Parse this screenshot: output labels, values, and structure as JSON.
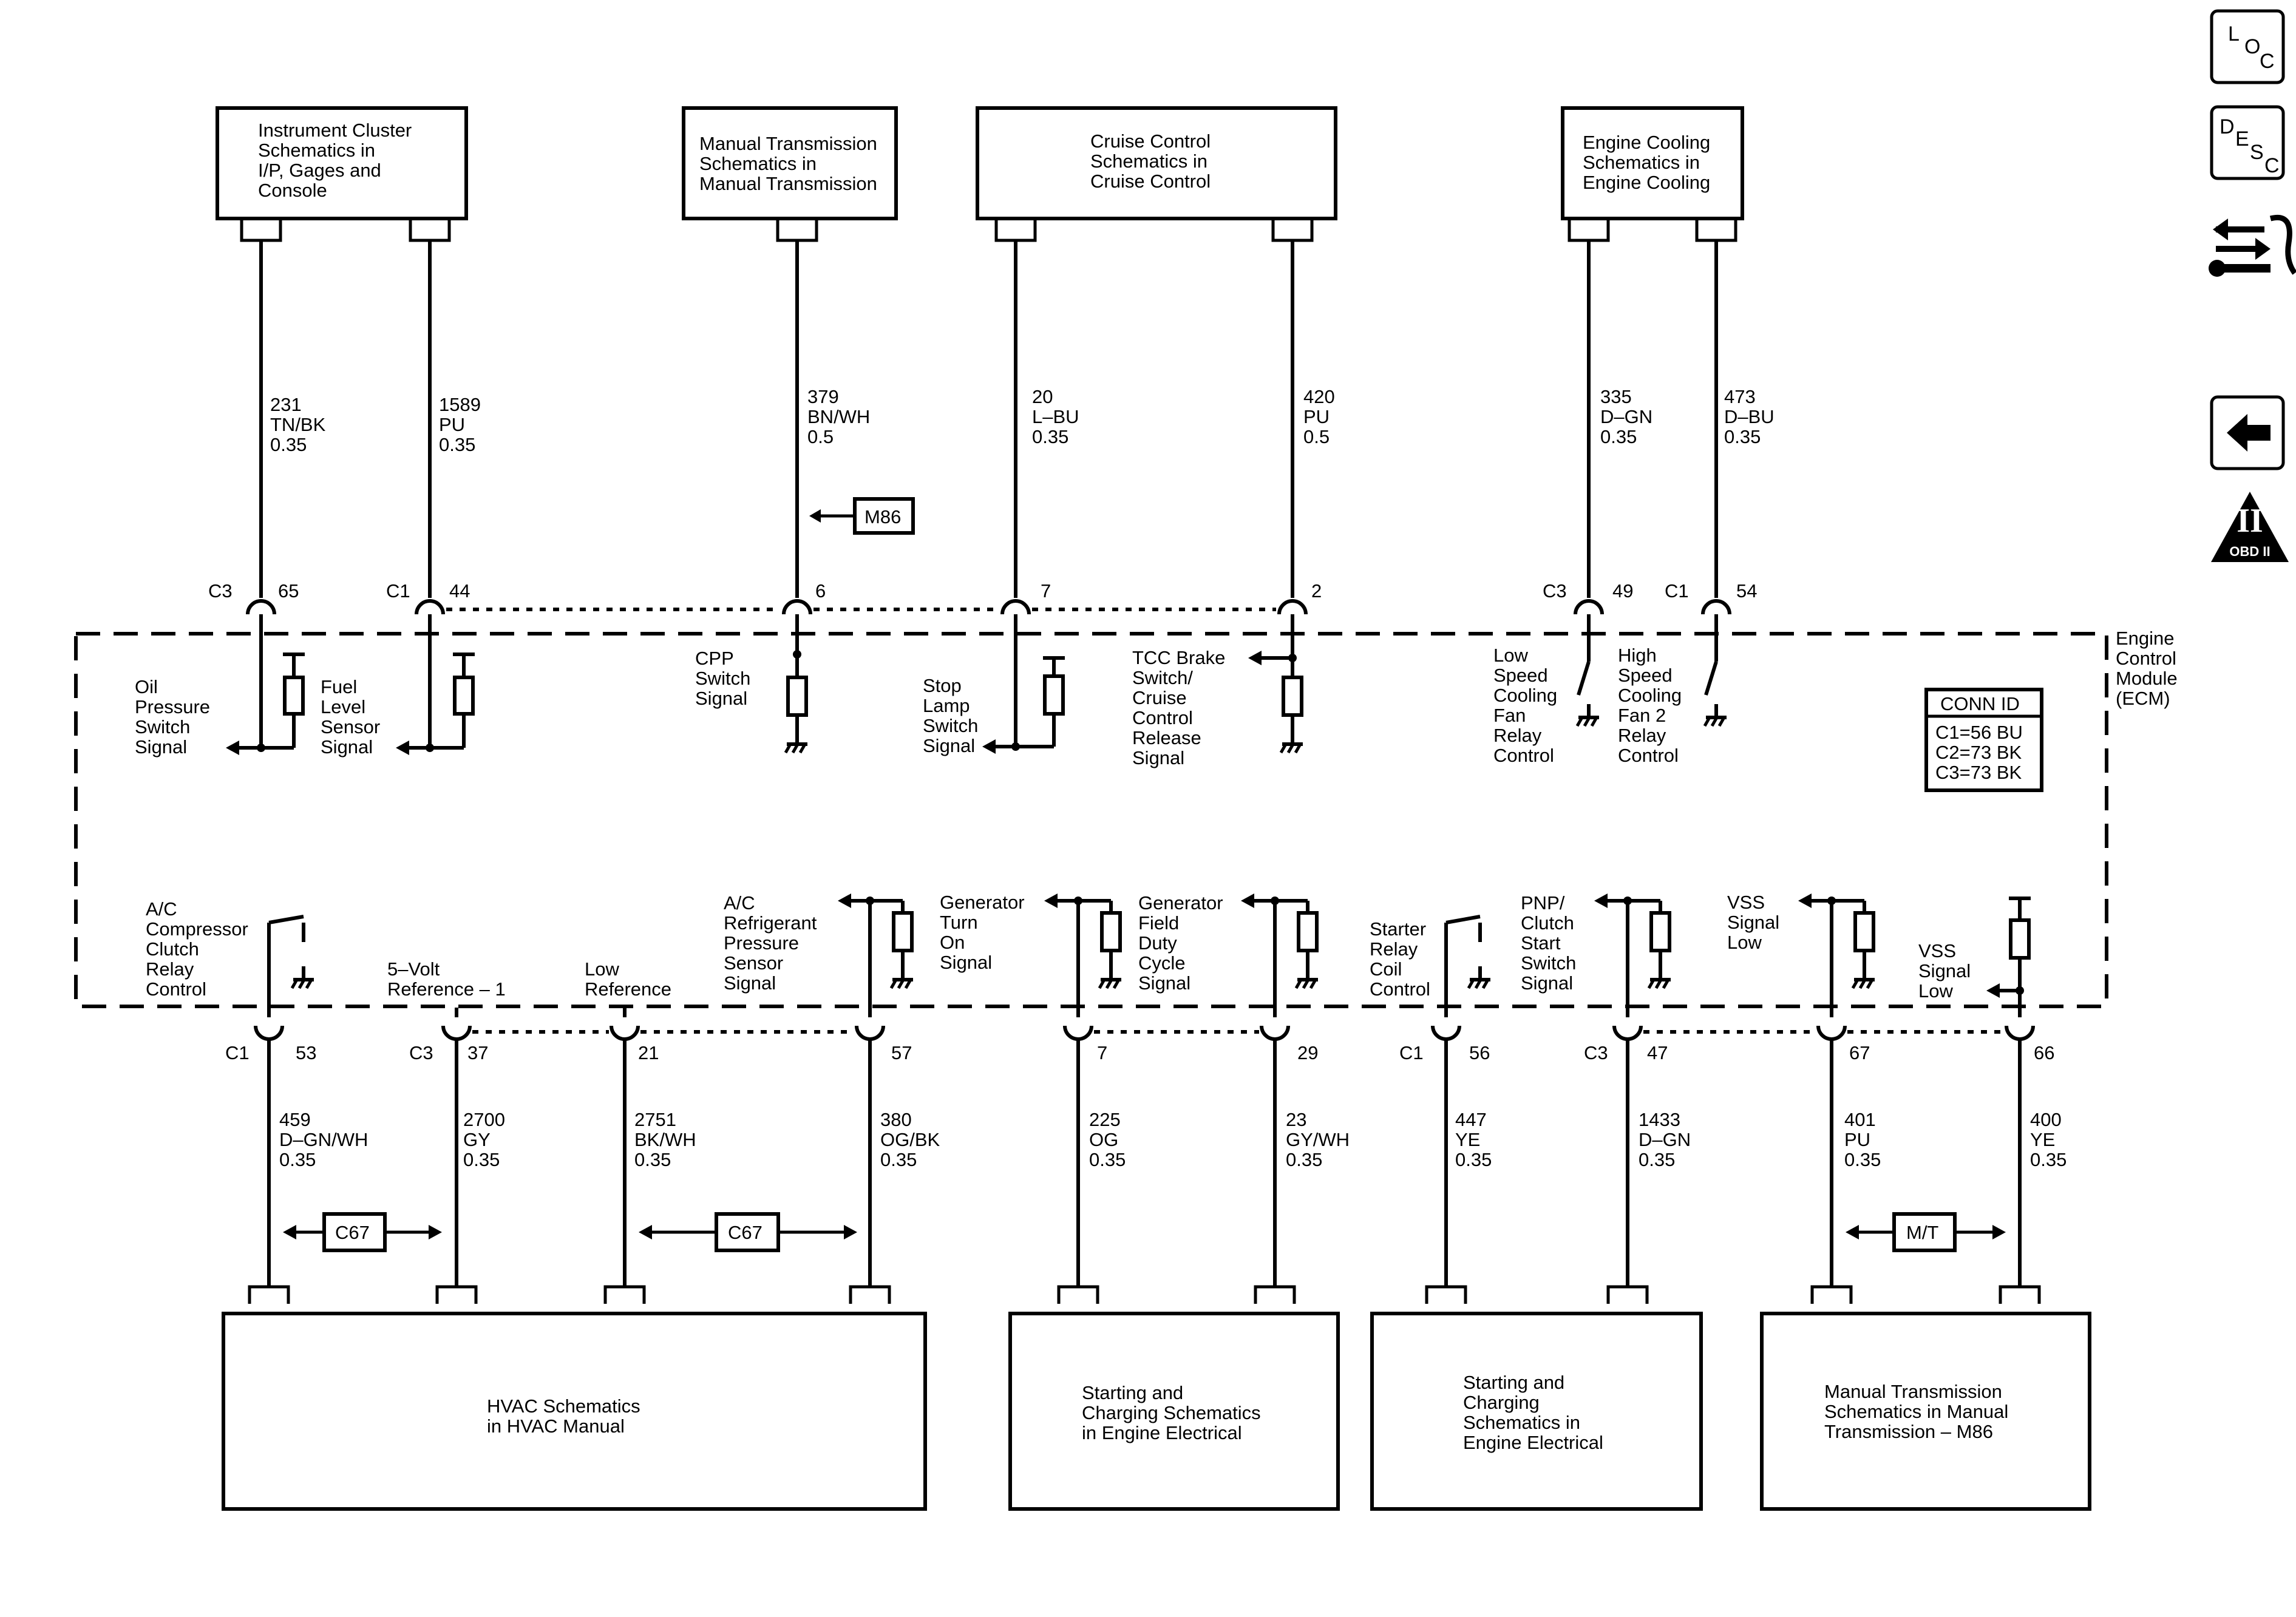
{
  "boxes_top": {
    "instrument": [
      "Instrument Cluster",
      "Schematics in",
      "I/P, Gages and",
      "Console"
    ],
    "manual_trans": [
      "Manual Transmission",
      "Schematics in",
      "Manual Transmission"
    ],
    "cruise": [
      "Cruise Control",
      "Schematics in",
      "Cruise Control"
    ],
    "cooling": [
      "Engine Cooling",
      "Schematics in",
      "Engine Cooling"
    ]
  },
  "boxes_bottom": {
    "hvac": [
      "HVAC Schematics",
      "in HVAC Manual"
    ],
    "starting1": [
      "Starting and",
      "Charging Schematics",
      "in Engine Electrical"
    ],
    "starting2": [
      "Starting and",
      "Charging",
      "Schematics in",
      "Engine Electrical"
    ],
    "manual_trans_m86": [
      "Manual Transmission",
      "Schematics in Manual",
      "Transmission – M86"
    ]
  },
  "top_wires": [
    {
      "circuit": "231",
      "color": "TN/BK",
      "gauge": "0.35",
      "conn": "C3",
      "pin": "65"
    },
    {
      "circuit": "1589",
      "color": "PU",
      "gauge": "0.35",
      "conn": "C1",
      "pin": "44"
    },
    {
      "circuit": "379",
      "color": "BN/WH",
      "gauge": "0.5",
      "conn": "",
      "pin": "6"
    },
    {
      "circuit": "20",
      "color": "L–BU",
      "gauge": "0.35",
      "conn": "",
      "pin": "7"
    },
    {
      "circuit": "420",
      "color": "PU",
      "gauge": "0.5",
      "conn": "",
      "pin": "2"
    },
    {
      "circuit": "335",
      "color": "D–GN",
      "gauge": "0.35",
      "conn": "C3",
      "pin": "49"
    },
    {
      "circuit": "473",
      "color": "D–BU",
      "gauge": "0.35",
      "conn": "C1",
      "pin": "54"
    }
  ],
  "bottom_wires": [
    {
      "circuit": "459",
      "color": "D–GN/WH",
      "gauge": "0.35",
      "conn": "C1",
      "pin": "53"
    },
    {
      "circuit": "2700",
      "color": "GY",
      "gauge": "0.35",
      "conn": "C3",
      "pin": "37"
    },
    {
      "circuit": "2751",
      "color": "BK/WH",
      "gauge": "0.35",
      "conn": "",
      "pin": "21"
    },
    {
      "circuit": "380",
      "color": "OG/BK",
      "gauge": "0.35",
      "conn": "",
      "pin": "57"
    },
    {
      "circuit": "225",
      "color": "OG",
      "gauge": "0.35",
      "conn": "",
      "pin": "7"
    },
    {
      "circuit": "23",
      "color": "GY/WH",
      "gauge": "0.35",
      "conn": "",
      "pin": "29"
    },
    {
      "circuit": "447",
      "color": "YE",
      "gauge": "0.35",
      "conn": "C1",
      "pin": "56"
    },
    {
      "circuit": "1433",
      "color": "D–GN",
      "gauge": "0.35",
      "conn": "C3",
      "pin": "47"
    },
    {
      "circuit": "401",
      "color": "PU",
      "gauge": "0.35",
      "conn": "",
      "pin": "67"
    },
    {
      "circuit": "400",
      "color": "YE",
      "gauge": "0.35",
      "conn": "",
      "pin": "66"
    }
  ],
  "top_signals": {
    "oil": [
      "Oil",
      "Pressure",
      "Switch",
      "Signal"
    ],
    "fuel": [
      "Fuel",
      "Level",
      "Sensor",
      "Signal"
    ],
    "cpp": [
      "CPP",
      "Switch",
      "Signal"
    ],
    "stop": [
      "Stop",
      "Lamp",
      "Switch",
      "Signal"
    ],
    "tcc": [
      "TCC Brake",
      "Switch/",
      "Cruise",
      "Control",
      "Release",
      "Signal"
    ],
    "low_fan": [
      "Low",
      "Speed",
      "Cooling",
      "Fan",
      "Relay",
      "Control"
    ],
    "high_fan": [
      "High",
      "Speed",
      "Cooling",
      "Fan 2",
      "Relay",
      "Control"
    ]
  },
  "bottom_signals": {
    "ac_relay": [
      "A/C",
      "Compressor",
      "Clutch",
      "Relay",
      "Control"
    ],
    "five_volt": [
      "5–Volt",
      "Reference – 1"
    ],
    "low_ref": [
      "Low",
      "Reference"
    ],
    "ac_sensor": [
      "A/C",
      "Refrigerant",
      "Pressure",
      "Sensor",
      "Signal"
    ],
    "gen_turn": [
      "Generator",
      "Turn",
      "On",
      "Signal"
    ],
    "gen_field": [
      "Generator",
      "Field",
      "Duty",
      "Cycle",
      "Signal"
    ],
    "starter": [
      "Starter",
      "Relay",
      "Coil",
      "Control"
    ],
    "pnp": [
      "PNP/",
      "Clutch",
      "Start",
      "Switch",
      "Signal"
    ],
    "vss_low1": [
      "VSS",
      "Signal",
      "Low"
    ],
    "vss_low2": [
      "VSS",
      "Signal",
      "Low"
    ]
  },
  "ecm_label": [
    "Engine",
    "Control",
    "Module",
    "(ECM)"
  ],
  "conn_id": {
    "title": "CONN ID",
    "rows": [
      "C1=56 BU",
      "C2=73 BK",
      "C3=73 BK"
    ]
  },
  "tags": {
    "m86": "M86",
    "c67_a": "C67",
    "c67_b": "C67",
    "mt": "M/T"
  },
  "side_icons": {
    "loc": [
      "L",
      "O",
      "C"
    ],
    "desc": [
      "D",
      "E",
      "S",
      "C"
    ],
    "obd": "OBD II",
    "obd_roman": "II"
  }
}
